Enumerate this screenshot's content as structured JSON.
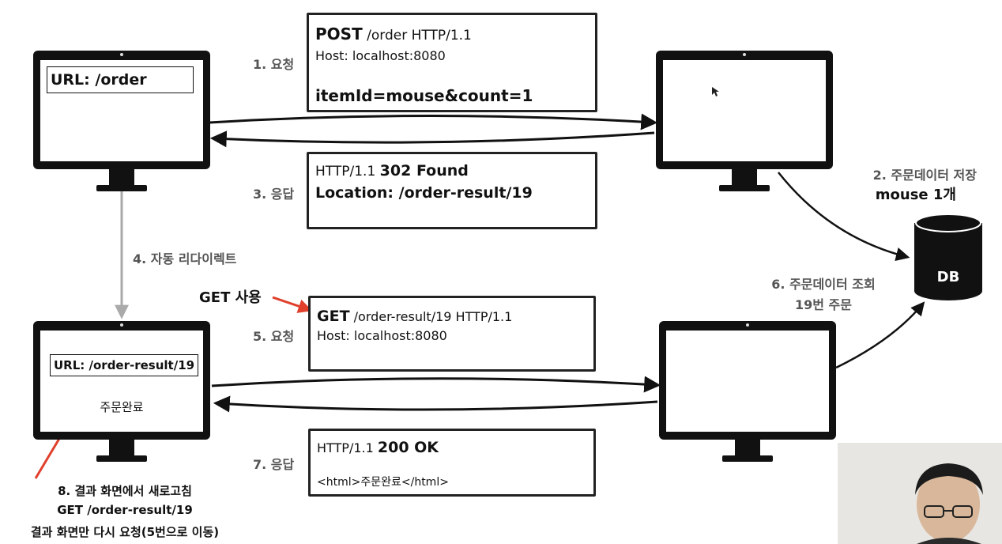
{
  "client_top": {
    "url": "URL: /order"
  },
  "client_bottom": {
    "url": "URL: /order-result/19",
    "content": "주문완료"
  },
  "steps": {
    "s1": "1. 요청",
    "s2_a": "2. 주문데이터 저장",
    "s2_b": "mouse 1개",
    "s3": "3. 응답",
    "s4": "4. 자동 리다이렉트",
    "s5": "5. 요청",
    "s6_a": "6. 주문데이터 조회",
    "s6_b": "19번 주문",
    "s7": "7. 응답"
  },
  "request1": {
    "method": "POST",
    "line_rest": " /order HTTP/1.1",
    "host": "Host: localhost:8080",
    "body": "itemId=mouse&count=1"
  },
  "response1": {
    "proto": "HTTP/1.1 ",
    "status": "302 Found",
    "location": "Location: /order-result/19"
  },
  "request2": {
    "method": "GET",
    "line_rest": " /order-result/19 HTTP/1.1",
    "host": "Host: localhost:8080"
  },
  "response2": {
    "proto": "HTTP/1.1 ",
    "status": "200 OK",
    "body": "<html>주문완료</html>"
  },
  "get_note": "GET 사용",
  "db_label": "DB",
  "refresh_note": {
    "line1": "8. 결과 화면에서 새로고침",
    "line2": "GET /order-result/19",
    "line3": "결과 화면만 다시 요청(5번으로 이동)"
  },
  "colors": {
    "accent_red": "#e0402c",
    "gray_arrow": "#aaaaaa"
  }
}
